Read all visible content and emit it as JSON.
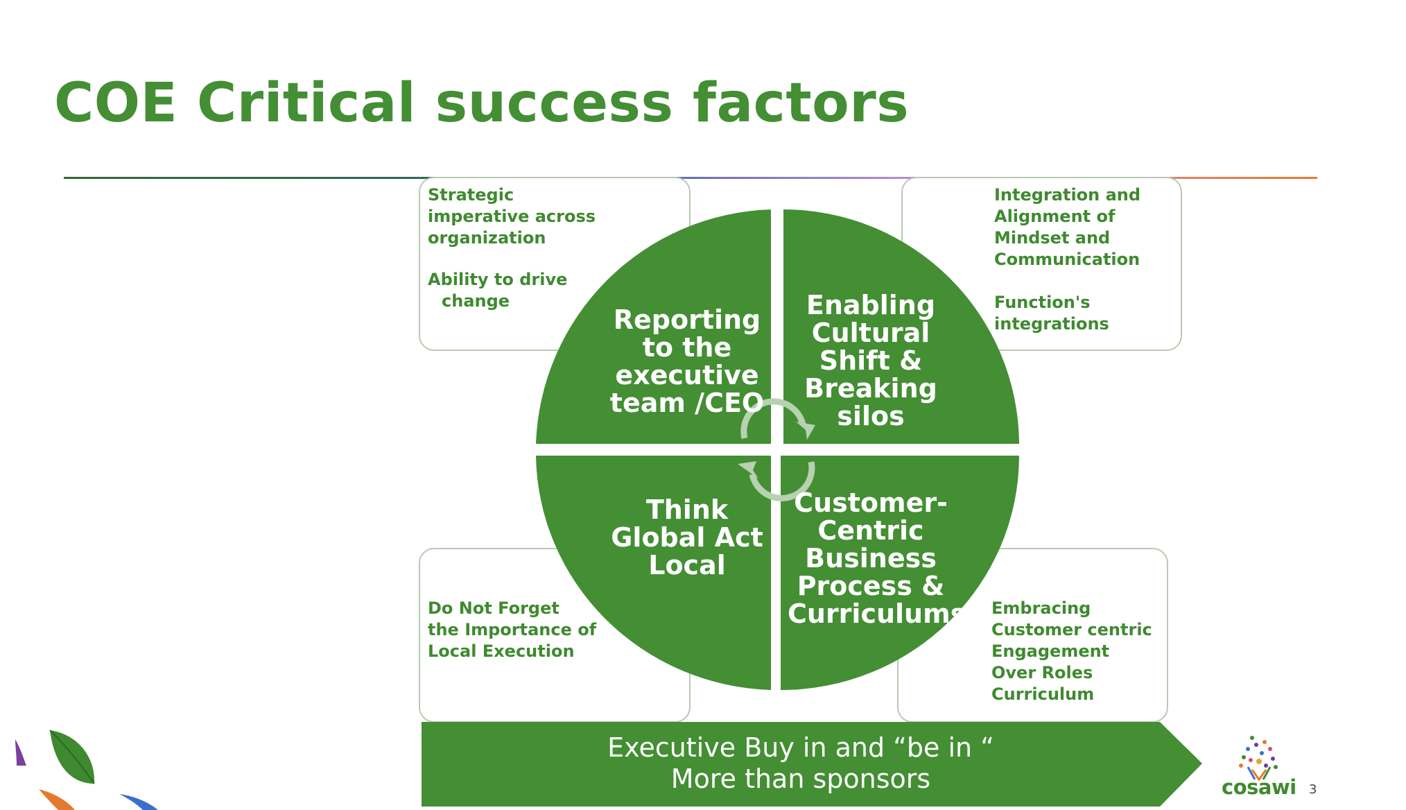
{
  "title": "COE Critical success factors",
  "boxes": {
    "top_left": {
      "line1": "Strategic",
      "line2": "imperative across",
      "line3": "organization",
      "line4": "Ability to drive",
      "line5": "change"
    },
    "top_right": {
      "line1": "Integration and",
      "line2": "Alignment of",
      "line3": "Mindset and",
      "line4": "Communication",
      "line5": "Function's",
      "line6": "integrations"
    },
    "bottom_left": {
      "line1": "Do Not Forget",
      "line2": "the Importance of",
      "line3": "Local Execution"
    },
    "bottom_right": {
      "line1": "Embracing",
      "line2": "Customer centric",
      "line3": "Engagement",
      "line4": "Over Roles",
      "line5": "Curriculum"
    }
  },
  "quadrants": {
    "top_left": {
      "line1": "Reporting",
      "line2": "to the",
      "line3": "executive",
      "line4": "team /CEO"
    },
    "top_right": {
      "line1": "Enabling",
      "line2": "Cultural",
      "line3": "Shift &",
      "line4": "Breaking",
      "line5": "silos"
    },
    "bottom_left": {
      "line1": "Think",
      "line2": "Global Act",
      "line3": "Local"
    },
    "bottom_right": {
      "line1": "Customer-",
      "line2": "Centric",
      "line3": "Business",
      "line4": "Process &",
      "line5": "Curriculums"
    }
  },
  "banner": {
    "line1": "Executive Buy in and “be in “",
    "line2": "More than sponsors"
  },
  "brand": "cosawi",
  "page_number": "3",
  "colors": {
    "green": "#448e34",
    "title_green": "#448e34",
    "arrow_green": "#b8d1b0",
    "box_border": "#b9c9b4"
  }
}
